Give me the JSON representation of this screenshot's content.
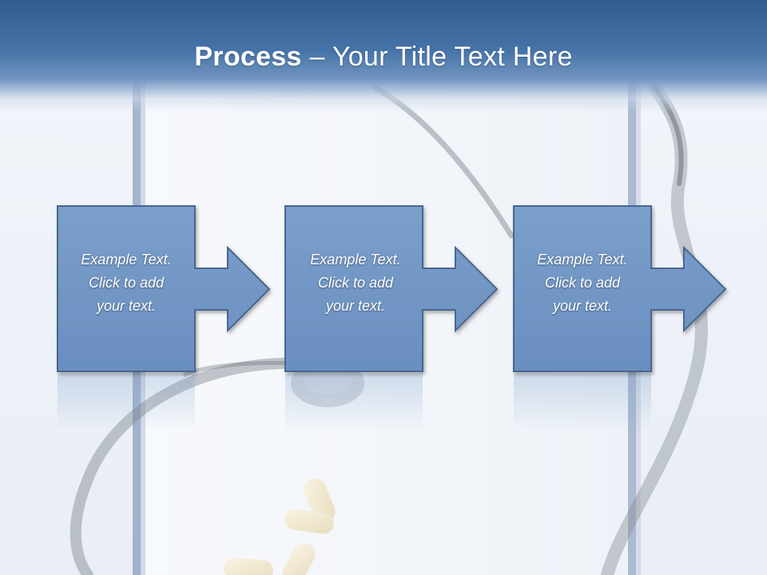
{
  "slide": {
    "title_bold": "Process",
    "title_rest": " – Your Title Text Here"
  },
  "steps": [
    {
      "text": "Example Text.\nClick  to add\nyour text."
    },
    {
      "text": "Example Text.\nClick  to add\nyour text."
    },
    {
      "text": "Example Text.\nClick  to add\nyour text."
    }
  ],
  "colors": {
    "header": "#4673a8",
    "shape_fill": "#7298c5",
    "shape_stroke": "#4a6690"
  }
}
